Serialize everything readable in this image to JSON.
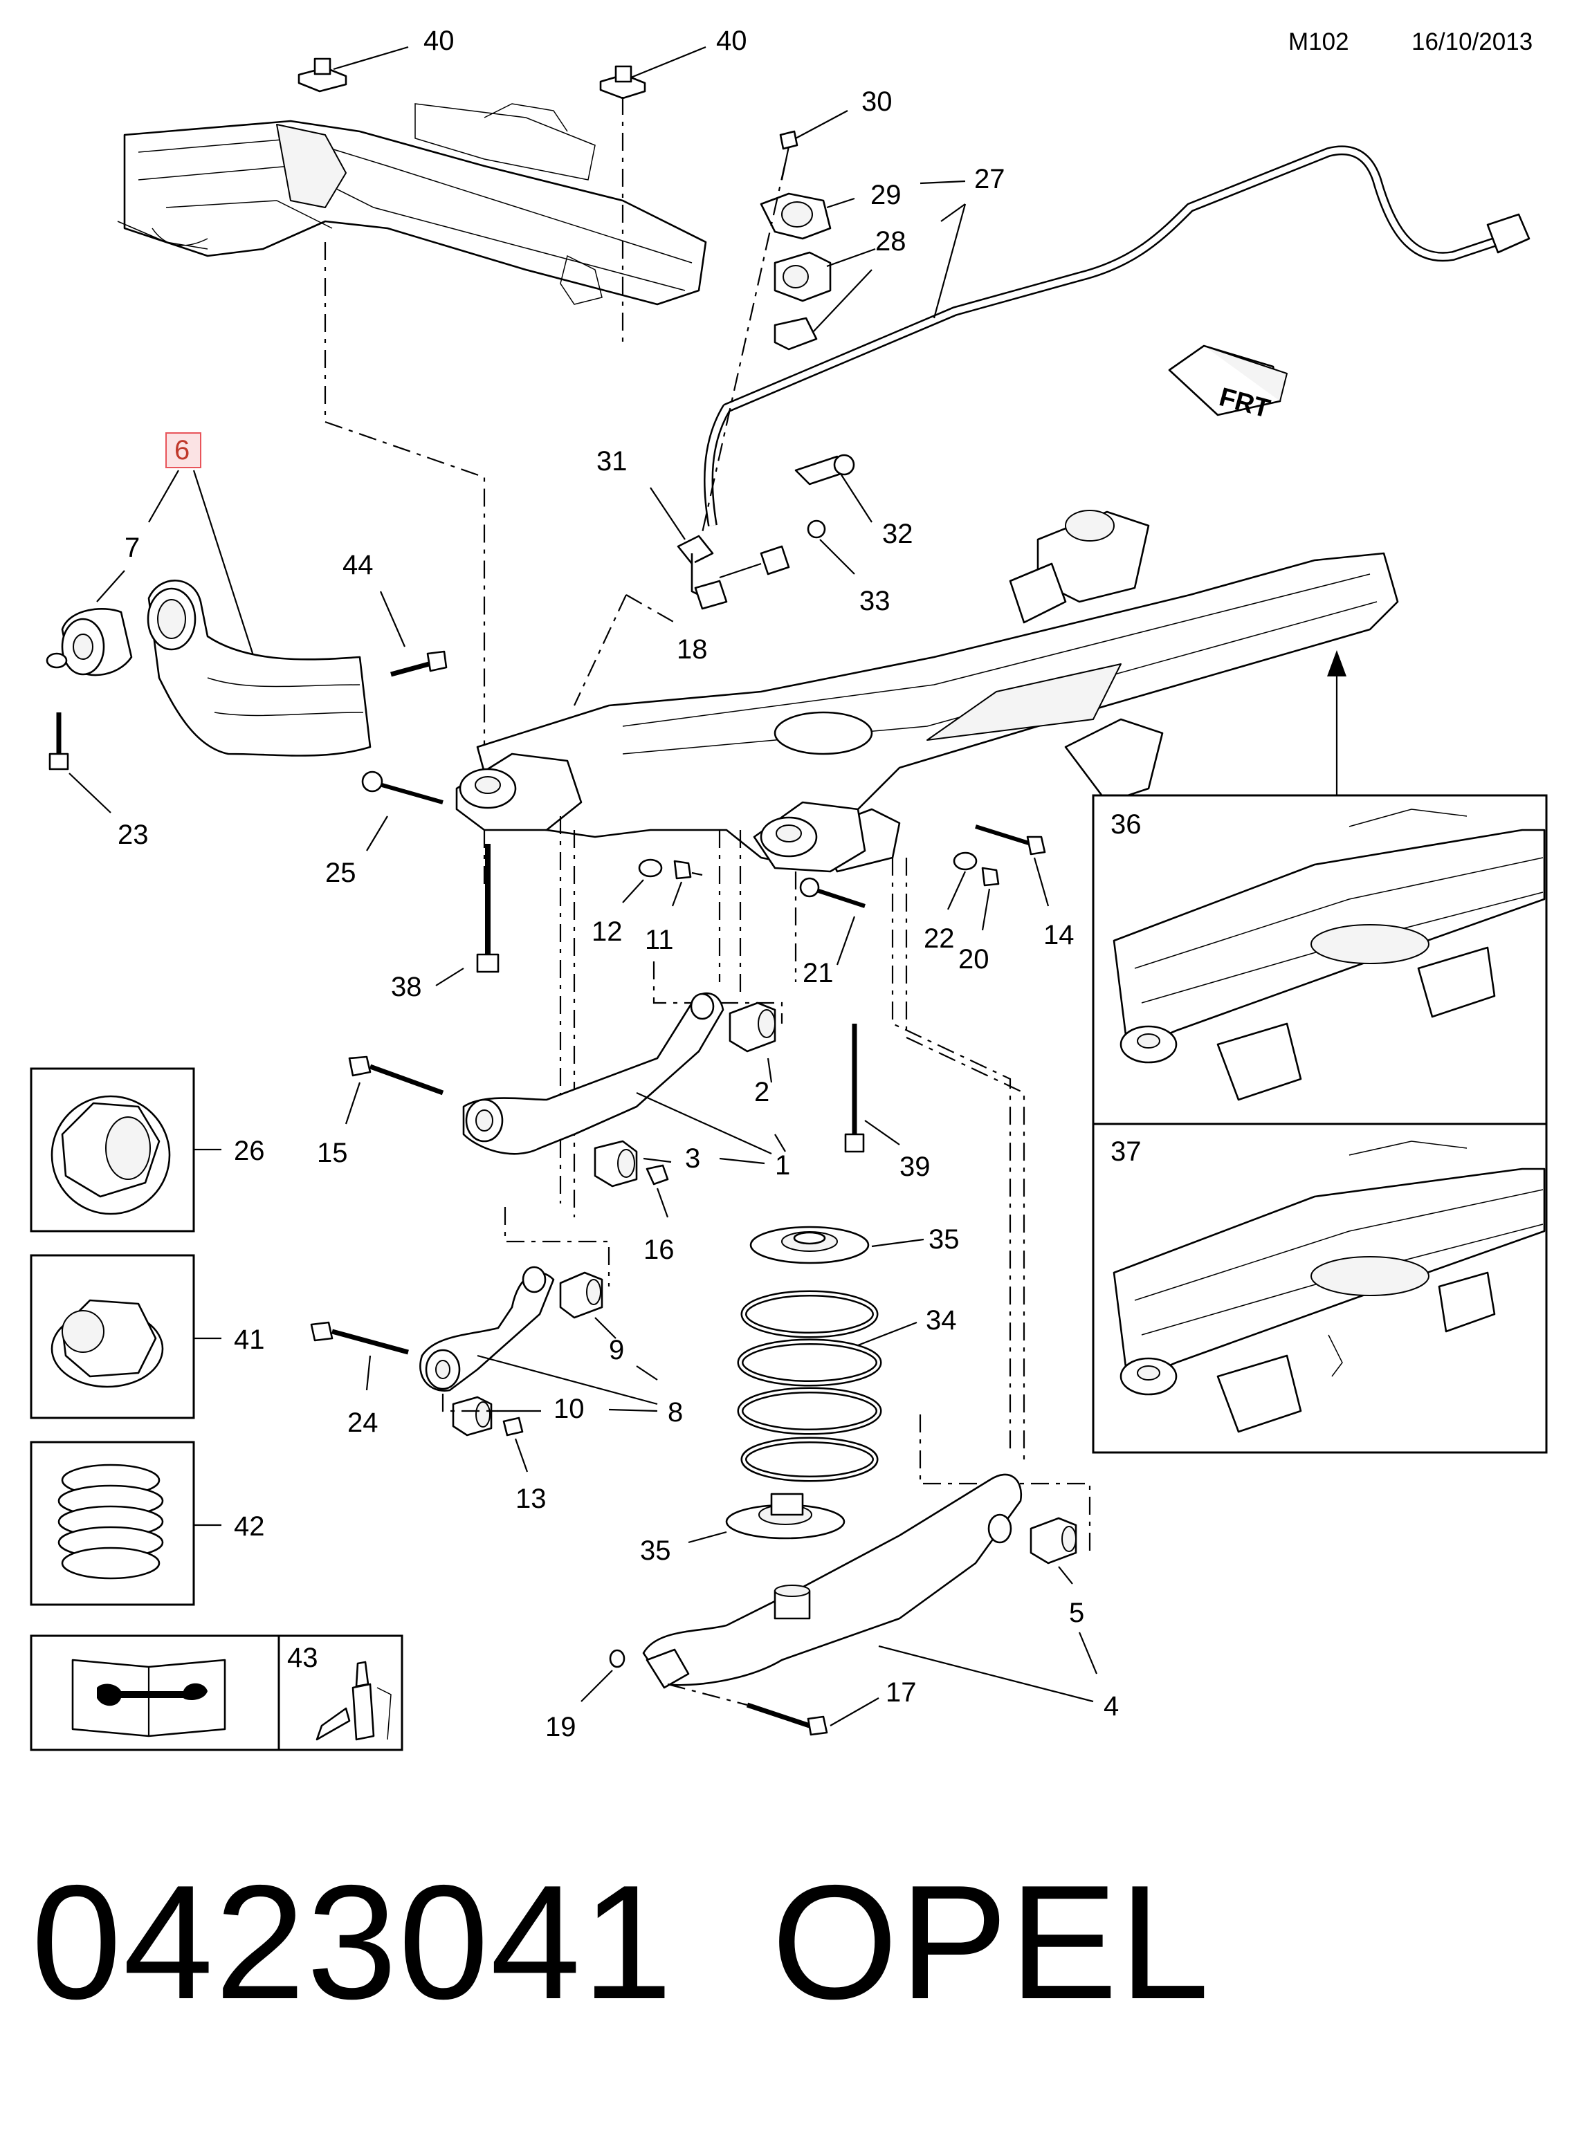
{
  "header": {
    "code": "M102",
    "date": "16/10/2013"
  },
  "callouts": {
    "c1": "1",
    "c2": "2",
    "c3": "3",
    "c4": "4",
    "c5": "5",
    "c6": "6",
    "c7": "7",
    "c8a": "8",
    "c9": "9",
    "c10": "10",
    "c11": "11",
    "c12": "12",
    "c13": "13",
    "c14": "14",
    "c15": "15",
    "c16": "16",
    "c17": "17",
    "c18": "18",
    "c19": "19",
    "c20": "20",
    "c21": "21",
    "c22": "22",
    "c23": "23",
    "c24": "24",
    "c25": "25",
    "c26": "26",
    "c27": "27",
    "c28": "28",
    "c29": "29",
    "c30": "30",
    "c31": "31",
    "c32": "32",
    "c33": "33",
    "c34": "34",
    "c35a": "35",
    "c35b": "35",
    "c36": "36",
    "c37": "37",
    "c38": "38",
    "c39": "39",
    "c40a": "40",
    "c40b": "40",
    "c41": "41",
    "c42": "42",
    "c43": "43",
    "c44": "44"
  },
  "direction_arrow": {
    "icon": "front-direction-arrow-icon",
    "text": "FRT"
  },
  "footer": {
    "part_number": "0423041",
    "brand": "OPEL"
  },
  "colors": {
    "highlight": "#e8545a",
    "highlight_fill": "#fbe3e4"
  }
}
